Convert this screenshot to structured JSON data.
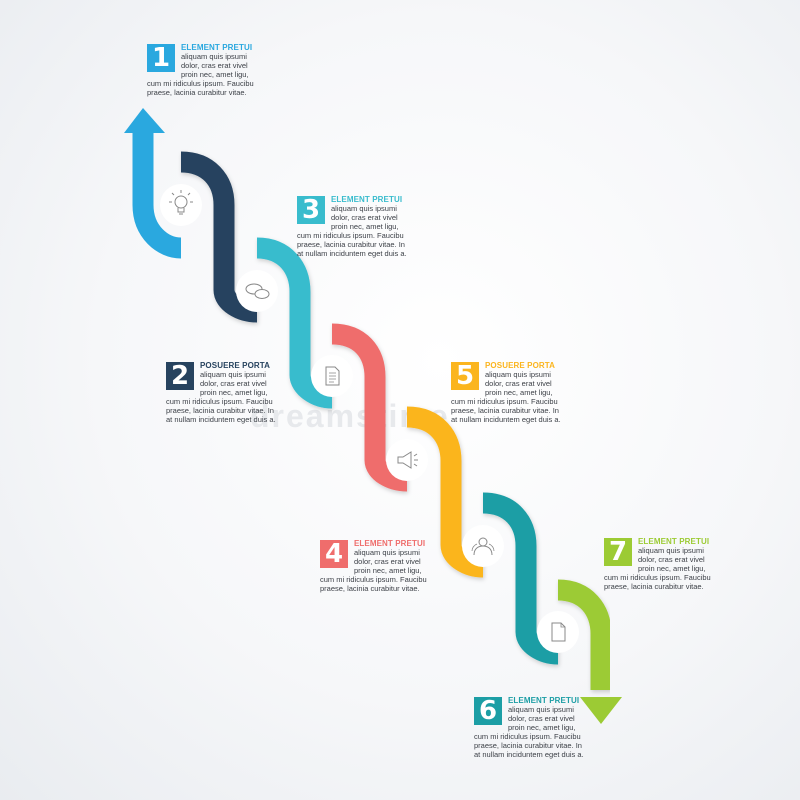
{
  "colors": {
    "navy": "#27435f",
    "blue": "#2aa8df",
    "cyan": "#39bccd",
    "coral": "#ef6d6c",
    "orange": "#fbb51e",
    "teal": "#1c9ea5",
    "green": "#9ccb34"
  },
  "nodes": [
    {
      "icon": "lightbulb-icon",
      "color": "navy"
    },
    {
      "icon": "chat-bubbles-icon",
      "color": "cyan"
    },
    {
      "icon": "document-icon",
      "color": "coral"
    },
    {
      "icon": "megaphone-icon",
      "color": "orange"
    },
    {
      "icon": "people-icon",
      "color": "teal"
    },
    {
      "icon": "page-icon",
      "color": "green"
    }
  ],
  "steps": [
    {
      "number": "1",
      "title": "ELEMENT PRETUI",
      "color": "#2aa8df",
      "lines": [
        "aliquam quis ipsumi",
        "dolor, cras erat vivel",
        "proin nec, amet ligu,",
        "cum mi ridiculus ipsum. Faucibu",
        "praese, lacinia curabitur vitae."
      ]
    },
    {
      "number": "2",
      "title": "POSUERE PORTA",
      "color": "#27435f",
      "lines": [
        "aliquam quis ipsumi",
        "dolor, cras erat vivel",
        "proin nec, amet ligu,",
        "cum mi ridiculus ipsum. Faucibu",
        "praese, lacinia curabitur vitae. In",
        "at nullam inciduntem eget duis a."
      ]
    },
    {
      "number": "3",
      "title": "ELEMENT PRETUI",
      "color": "#39bccd",
      "lines": [
        "aliquam quis ipsumi",
        "dolor, cras erat vivel",
        "proin nec, amet ligu,",
        "cum mi ridiculus ipsum. Faucibu",
        "praese, lacinia curabitur vitae. In",
        "at nullam inciduntem eget duis a."
      ]
    },
    {
      "number": "4",
      "title": "ELEMENT PRETUI",
      "color": "#ef6d6c",
      "lines": [
        "aliquam quis ipsumi",
        "dolor, cras erat vivel",
        "proin nec, amet ligu,",
        "cum mi ridiculus ipsum. Faucibu",
        "praese, lacinia curabitur vitae."
      ]
    },
    {
      "number": "5",
      "title": "POSUERE PORTA",
      "color": "#fbb51e",
      "lines": [
        "aliquam quis ipsumi",
        "dolor, cras erat vivel",
        "proin nec, amet ligu,",
        "cum mi ridiculus ipsum. Faucibu",
        "praese, lacinia curabitur vitae. In",
        "at nullam inciduntem eget duis a."
      ]
    },
    {
      "number": "6",
      "title": "ELEMENT PRETUI",
      "color": "#1c9ea5",
      "lines": [
        "aliquam quis ipsumi",
        "dolor, cras erat vivel",
        "proin nec, amet ligu,",
        "cum mi ridiculus ipsum. Faucibu",
        "praese, lacinia curabitur vitae. In",
        "at nullam inciduntem eget duis a."
      ]
    },
    {
      "number": "7",
      "title": "ELEMENT PRETUI",
      "color": "#9ccb34",
      "lines": [
        "aliquam quis ipsumi",
        "dolor, cras erat vivel",
        "proin nec, amet ligu,",
        "cum mi ridiculus ipsum. Faucibu",
        "praese, lacinia curabitur vitae."
      ]
    }
  ]
}
